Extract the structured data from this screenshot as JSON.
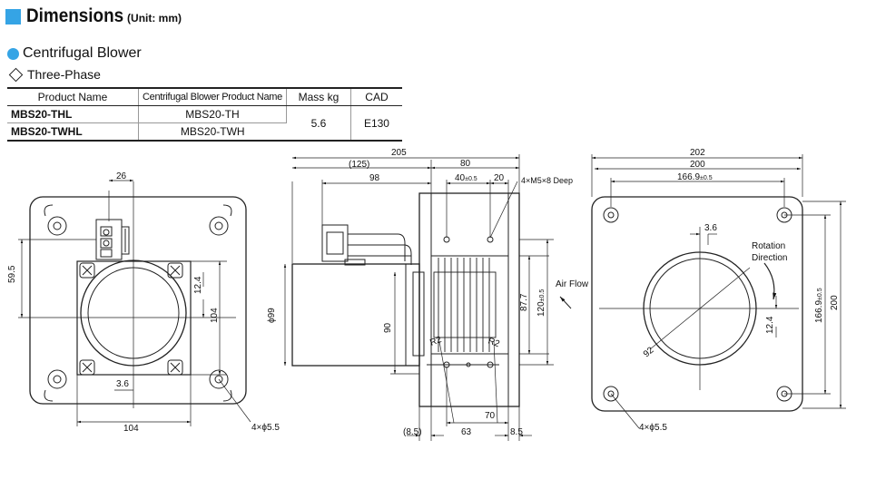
{
  "header": {
    "title": "Dimensions",
    "unit": "(Unit: mm)"
  },
  "section": {
    "title": "Centrifugal Blower",
    "subtitle": "Three-Phase"
  },
  "table": {
    "columns": [
      "Product Name",
      "Centrifugal Blower Product Name",
      "Mass kg",
      "CAD"
    ],
    "rows": [
      {
        "product": "MBS20-THL",
        "blower": "MBS20-TH"
      },
      {
        "product": "MBS20-TWHL",
        "blower": "MBS20-TWH"
      }
    ],
    "mass": "5.6",
    "cad": "E130"
  },
  "front": {
    "dim_26": "26",
    "dim_59_5": "59.5",
    "dim_12_4": "12.4",
    "dim_104v": "104",
    "dim_3_6": "3.6",
    "dim_104h": "104",
    "holes": "4×ϕ5.5"
  },
  "side": {
    "dim_205": "205",
    "dim_80": "80",
    "dim_125": "(125)",
    "dim_98": "98",
    "dim_40": "40",
    "tol_40": "±0.5",
    "dim_20": "20",
    "screws": "4×M5×8 Deep",
    "dia_99": "ϕ99",
    "dim_90": "90",
    "dim_87_7": "87.7",
    "dim_120": "120",
    "tol_120": "±0.5",
    "air_flow": "Air Flow",
    "r2a": "R2",
    "r2b": "R2",
    "dim_8_5a": "(8.5)",
    "dim_63": "63",
    "dim_70": "70",
    "dim_8_5b": "8.5"
  },
  "back": {
    "dim_202": "202",
    "dim_200h": "200",
    "dim_166_9h": "166.9",
    "tol_h": "±0.5",
    "dim_3_6": "3.6",
    "rotation_1": "Rotation",
    "rotation_2": "Direction",
    "dim_12_4": "12.4",
    "dim_92": "92",
    "dim_166_9v": "166.9",
    "tol_v": "±0.5",
    "dim_200v": "200",
    "holes": "4×ϕ5.5"
  },
  "colors": {
    "accent": "#35a4e5"
  }
}
